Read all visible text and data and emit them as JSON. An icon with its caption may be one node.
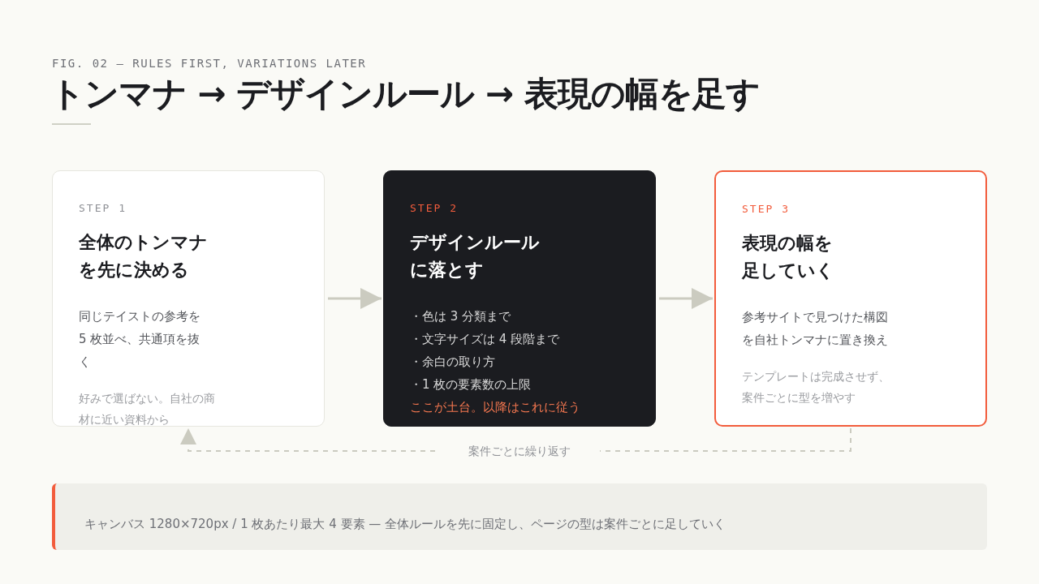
{
  "diagram": {
    "title": "トンマナ → デザインルール → 表現の幅を足す",
    "nodes": [
      {
        "text": [
          "STEP 1",
          "全体のトンマナを先に決める",
          "同じテイストの参考を5 枚並べ、共通項を抜く",
          "好みで選ばない。自社の商材に近い資料から"
        ]
      },
      {
        "text": [
          "STEP 2",
          "デザインルールに落とす",
          "・色は 3 分類まで",
          "・文字サイズは 4 段階まで",
          "・余白の取り方",
          "・1 枚の要素数の上限",
          "ここが土台。以降はこれに従う"
        ]
      },
      {
        "text": [
          "STEP 3",
          "表現の幅を足していく",
          "参考サイトで見つけた構図を自社トンマナに置き換え",
          "テンプレートは完成させず、案件ごとに型を増やす"
        ]
      },
      {
        "text": [
          "キャンバス 1280×720px / 1 枚あたり最大 4 要素 — 全体ルールを先に固定し、ページの型は案件ごとに足していく"
        ]
      }
    ],
    "edges": [
      {
        "from": 0,
        "to": 1,
        "arrow": "to"
      },
      {
        "from": 1,
        "to": 2,
        "arrow": "to"
      },
      {
        "from": 2,
        "to": 0,
        "arrow": "to",
        "style": "dashed",
        "label": "案件ごとに繰り返す"
      }
    ],
    "labels": [
      "FIG. 02 — RULES FIRST, VARIATIONS LATER"
    ]
  }
}
